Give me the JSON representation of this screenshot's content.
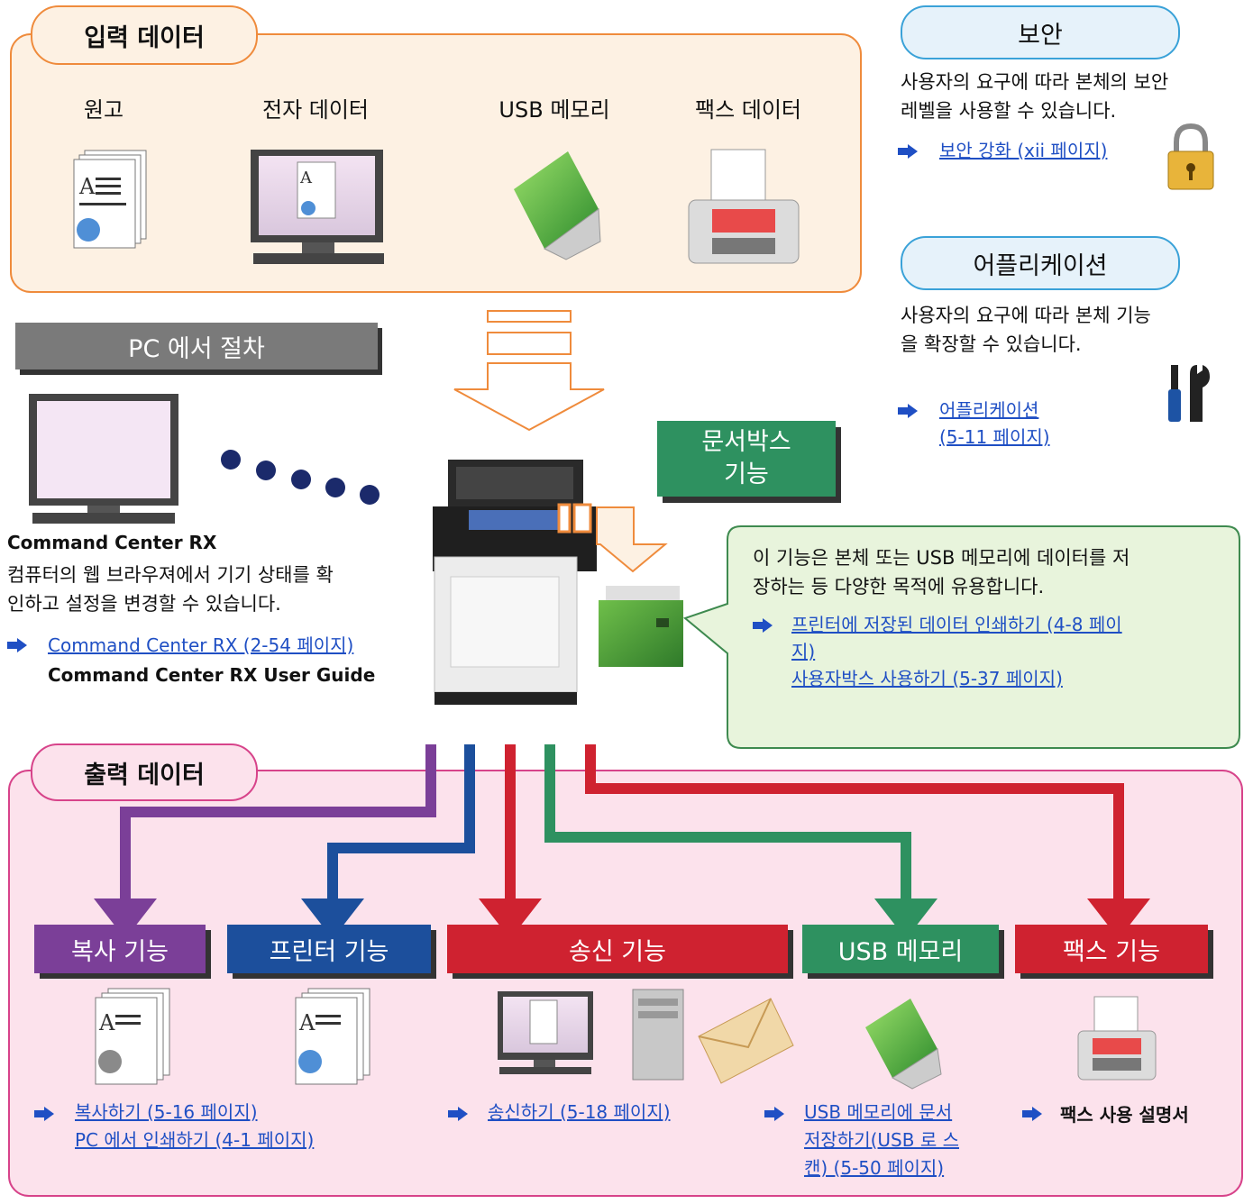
{
  "input": {
    "title": "입력 데이터",
    "items": [
      "원고",
      "전자 데이터",
      "USB 메모리",
      "팩스 데이터"
    ]
  },
  "pc": {
    "title": "PC 에서 절차",
    "heading": "Command Center RX",
    "desc_line1": "컴퓨터의 웹 브라우져에서 기기 상태를 확",
    "desc_line2": "인하고 설정을 변경할 수 있습니다.",
    "link1": "Command Center RX (2-54 페이지)",
    "bold_ref": "Command Center RX User Guide"
  },
  "security": {
    "title": "보안",
    "desc_line1": "사용자의 요구에 따라 본체의 보안",
    "desc_line2": "레벨을 사용할 수 있습니다.",
    "link": "보안 강화 (xii 페이지)"
  },
  "application": {
    "title": "어플리케이션",
    "desc_line1": "사용자의 요구에 따라 본체 기능",
    "desc_line2": "을 확장할 수 있습니다.",
    "link_line1": "어플리케이션",
    "link_line2": "(5-11 페이지)"
  },
  "docbox": {
    "title_line1": "문서박스",
    "title_line2": "기능",
    "desc_line1": "이 기능은 본체 또는 USB 메모리에 데이터를 저",
    "desc_line2": "장하는 등 다양한 목적에 유용합니다.",
    "link1_line1": "프린터에 저장된 데이터 인쇄하기 (4-8 페이",
    "link1_line2": "지)",
    "link2": "사용자박스 사용하기 (5-37 페이지)"
  },
  "output": {
    "title": "출력 데이터",
    "functions": [
      {
        "label": "복사 기능",
        "color": "#7b3f98"
      },
      {
        "label": "프린터 기능",
        "color": "#1c4f9c"
      },
      {
        "label": "송신 기능",
        "color": "#cf2230"
      },
      {
        "label": "USB 메모리",
        "color": "#2e9160"
      },
      {
        "label": "팩스 기능",
        "color": "#cf2230"
      }
    ],
    "copy_link1": "복사하기 (5-16 페이지)",
    "copy_link2": "PC 에서 인쇄하기 (4-1 페이지)",
    "send_link": "송신하기 (5-18 페이지)",
    "usb_link_line1": "USB 메모리에 문서",
    "usb_link_line2": "저장하기(USB 로 스",
    "usb_link_line3": "캔) (5-50 페이지)",
    "fax_ref": "팩스 사용 설명서"
  }
}
